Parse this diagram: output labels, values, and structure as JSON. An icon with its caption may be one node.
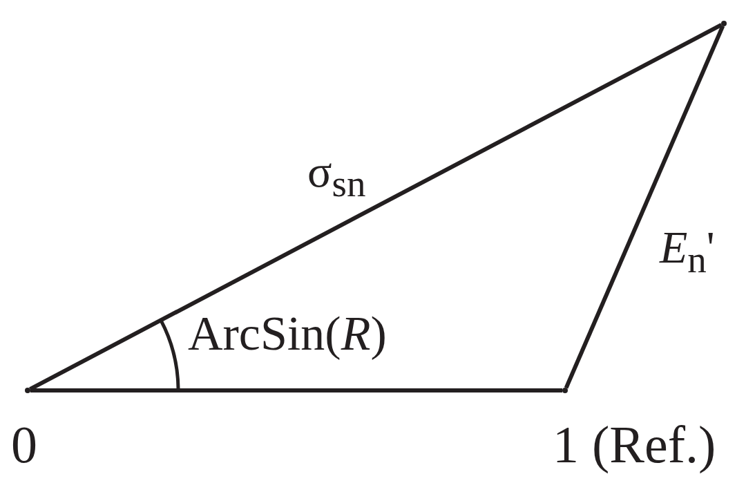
{
  "diagram": {
    "nodes": [
      {
        "text": [],
        "shape": "point",
        "beside": [
          "0"
        ]
      },
      {
        "text": [],
        "shape": "point",
        "beside": [
          "1 (Ref.)"
        ]
      },
      {
        "text": [],
        "shape": "point"
      }
    ],
    "edges": [
      {
        "from": 0,
        "to": 1,
        "arrow": "none"
      },
      {
        "from": 1,
        "to": 2,
        "arrow": "none",
        "label": "*E*$_{n}$'"
      },
      {
        "from": 0,
        "to": 2,
        "arrow": "none",
        "label": "σ$_{sn}$"
      }
    ],
    "labels": [
      "ArcSin(*R*)"
    ]
  }
}
